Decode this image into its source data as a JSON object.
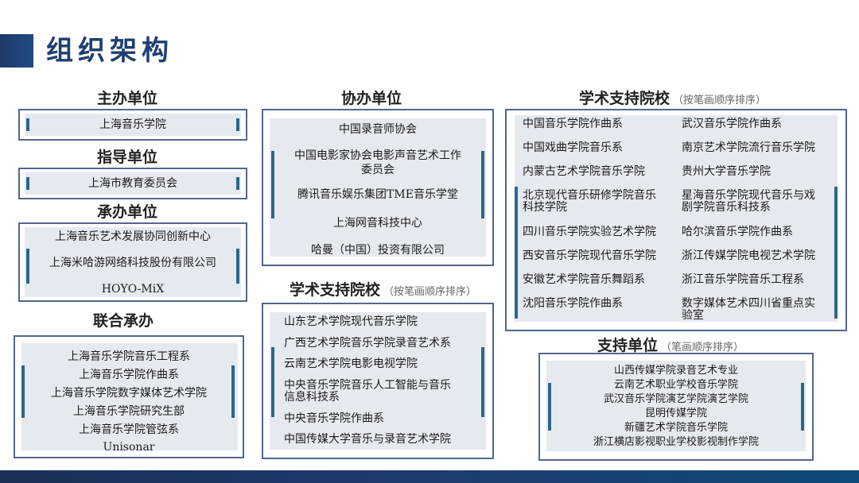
{
  "page": {
    "title": "组织架构"
  },
  "colors": {
    "title": "#1f3f72",
    "box_border": "#52668f",
    "box_fill": "#e5eaf1",
    "accent_bar": "#2d6688",
    "footer_band": "#1e3d6e"
  },
  "host": {
    "heading": "主办单位",
    "items": [
      "上海音乐学院"
    ]
  },
  "guidance": {
    "heading": "指导单位",
    "items": [
      "上海市教育委员会"
    ]
  },
  "organizer": {
    "heading": "承办单位",
    "items": [
      "上海音乐艺术发展协同创新中心",
      "上海米哈游网络科技股份有限公司",
      "HOYO-MiX"
    ]
  },
  "joint": {
    "heading": "联合承办",
    "items": [
      "上海音乐学院音乐工程系",
      "上海音乐学院作曲系",
      "上海音乐学院数字媒体艺术学院",
      "上海音乐学院研究生部",
      "上海音乐学院管弦系",
      "Unisonar"
    ]
  },
  "co_organizer": {
    "heading": "协办单位",
    "items": [
      "中国录音师协会",
      "中国电影家协会电影声音艺术工作",
      "委员会",
      "腾讯音乐娱乐集团TME音乐学堂",
      "上海网音科技中心",
      "哈曼（中国）投资有限公司"
    ]
  },
  "academic_mid": {
    "heading": "学术支持院校",
    "note": "（按笔画顺序排序）",
    "items": [
      "山东艺术学院现代音乐学院",
      "广西艺术学院音乐学院录音艺术系",
      "云南艺术学院电影电视学院",
      "中央音乐学院音乐人工智能与音乐",
      "信息科技系",
      "中央音乐学院作曲系",
      "中国传媒大学音乐与录音艺术学院"
    ]
  },
  "academic_right": {
    "heading": "学术支持院校",
    "note": "（按笔画顺序排序）",
    "col1": [
      "中国音乐学院作曲系",
      "中国戏曲学院音乐系",
      "内蒙古艺术学院音乐学院",
      "北京现代音乐研修学院音乐",
      "科技学院",
      "四川音乐学院实验艺术学院",
      "西安音乐学院现代音乐学院",
      "安徽艺术学院音乐舞蹈系",
      "沈阳音乐学院作曲系"
    ],
    "col2": [
      "武汉音乐学院作曲系",
      "南京艺术学院流行音乐学院",
      "贵州大学音乐学院",
      "星海音乐学院现代音乐与戏",
      "剧学院音乐科技系",
      "哈尔滨音乐学院作曲系",
      "浙江传媒学院电视艺术学院",
      "浙江音乐学院音乐工程系",
      "数字媒体艺术四川省重点实",
      "验室"
    ]
  },
  "support": {
    "heading": "支持单位",
    "note": "（笔画顺序排序）",
    "items": [
      "山西传媒学院录音艺术专业",
      "云南艺术职业学校音乐学院",
      "武汉音乐学院演艺学院演艺学院",
      "昆明传媒学院",
      "新疆艺术学院音乐学院",
      "浙江横店影视职业学校影视制作学院"
    ]
  }
}
